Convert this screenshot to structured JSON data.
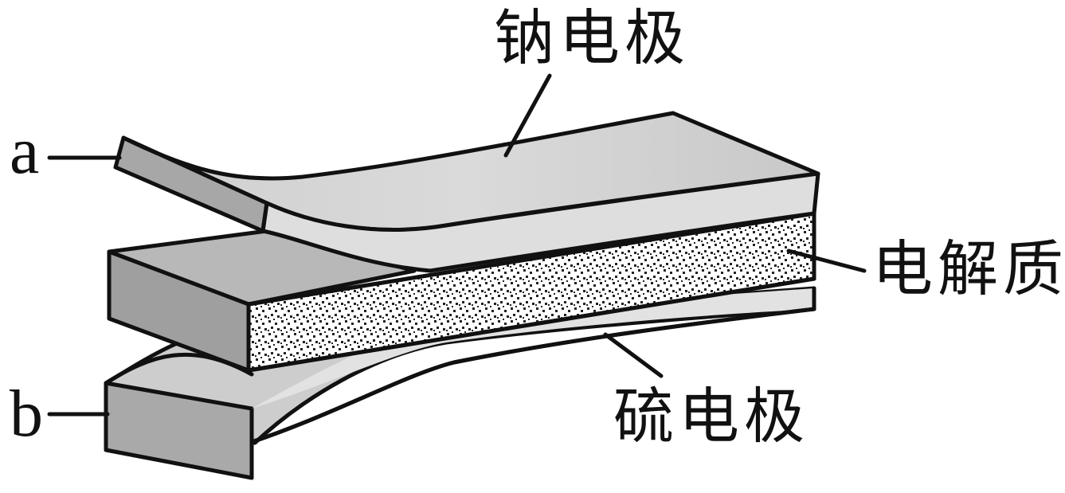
{
  "labels": {
    "sodium_electrode": "钠电极",
    "electrolyte": "电解质",
    "sulfur_electrode": "硫电极",
    "terminal_a": "a",
    "terminal_b": "b"
  }
}
